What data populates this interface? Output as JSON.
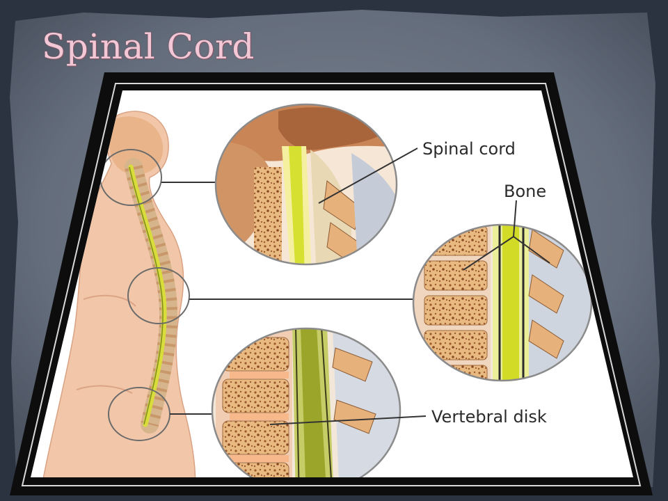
{
  "slide": {
    "title": "Spinal Cord"
  },
  "diagram": {
    "labels": {
      "spinal_cord": "Spinal cord",
      "bone": "Bone",
      "vertebral_disk": "Vertebral disk"
    }
  }
}
